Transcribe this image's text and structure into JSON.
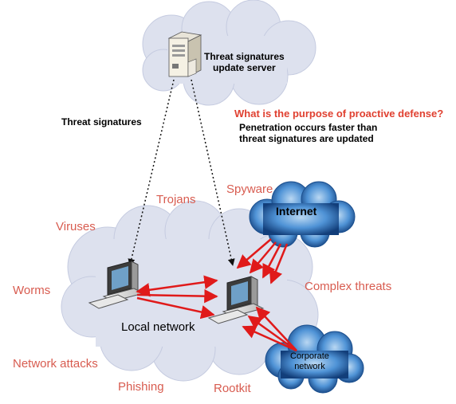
{
  "server": {
    "label_line1": "Threat signatures",
    "label_line2": "update server"
  },
  "left_note": "Threat signatures",
  "question": {
    "title": "What is the purpose of proactive defense?",
    "answer_line1": "Penetration occurs faster than",
    "answer_line2": "threat signatures are updated"
  },
  "threats": {
    "trojans": "Trojans",
    "spyware": "Spyware",
    "viruses": "Viruses",
    "worms": "Worms",
    "complex": "Complex threats",
    "network_attacks": "Network attacks",
    "phishing": "Phishing",
    "rootkit": "Rootkit"
  },
  "clouds": {
    "internet": "Internet",
    "corporate_line1": "Corporate",
    "corporate_line2": "network"
  },
  "local_network": "Local network",
  "colors": {
    "threat_text": "#d85c50",
    "question_text": "#e04030",
    "arrow": "#e01a1a",
    "cloud_fill": "#dde1ee",
    "storm_cloud": "#3f86cf"
  }
}
